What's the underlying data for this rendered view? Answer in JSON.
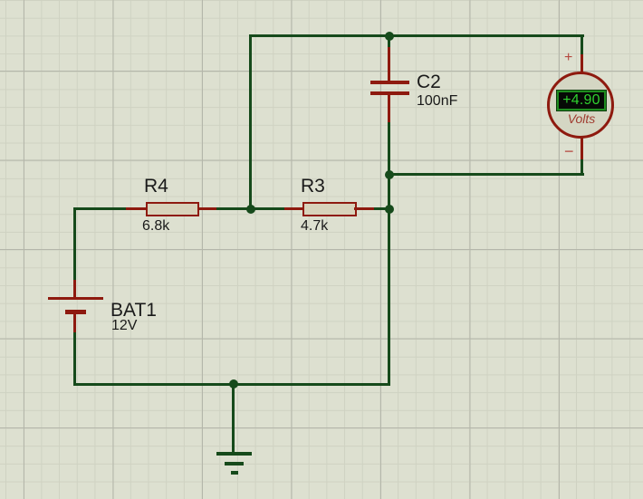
{
  "colors": {
    "canvas_bg": "#dde0d0",
    "grid_minor": "#cfd2c2",
    "grid_major": "#b4b6aa",
    "wire_green": "#164a1b",
    "component_red": "#8e1a0f",
    "body_fill": "#d8d3bb",
    "meter_fill": "#d4d6c3",
    "display_bg": "#060a06",
    "display_border": "#1f8c1f",
    "display_text": "#2fd12f",
    "label_text": "#1a1a1a",
    "volts_text": "#a03c30",
    "terminal_red": "#b5493f"
  },
  "components": {
    "capacitor": {
      "ref": "C2",
      "value": "100nF"
    },
    "resistor_r4": {
      "ref": "R4",
      "value": "6.8k"
    },
    "resistor_r3": {
      "ref": "R3",
      "value": "4.7k"
    },
    "battery": {
      "ref": "BAT1",
      "value": "12V"
    },
    "voltmeter": {
      "reading": "+4.90",
      "unit": "Volts",
      "plus": "+",
      "minus": "−"
    }
  }
}
